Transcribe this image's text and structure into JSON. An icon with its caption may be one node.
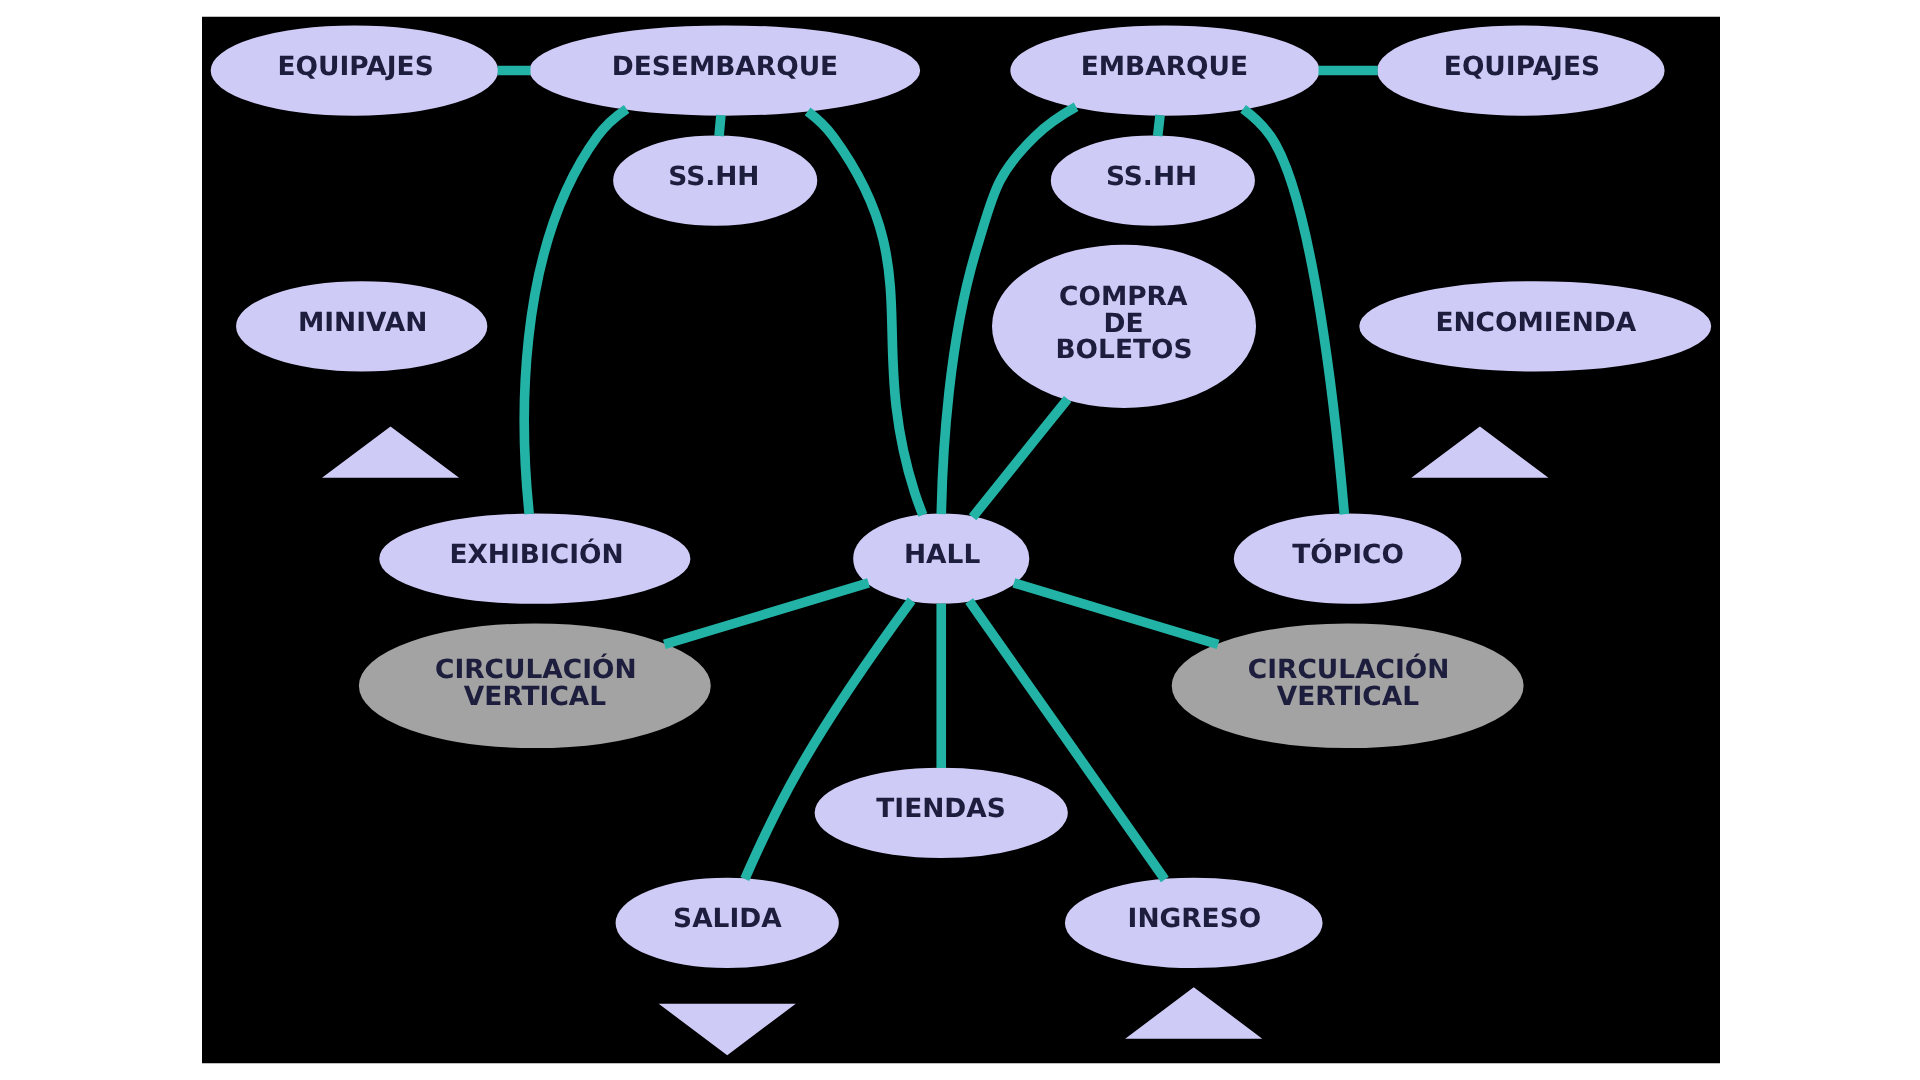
{
  "diagram": {
    "nodes": [
      {
        "text": [
          "EQUIPAJES"
        ]
      },
      {
        "text": [
          "DESEMBARQUE"
        ]
      },
      {
        "text": [
          "EMBARQUE"
        ]
      },
      {
        "text": [
          "EQUIPAJES"
        ]
      },
      {
        "text": [
          "SS.HH"
        ]
      },
      {
        "text": [
          "SS.HH"
        ]
      },
      {
        "text": [
          "MINIVAN"
        ]
      },
      {
        "text": [
          "COMPRA DE BOLETOS"
        ]
      },
      {
        "text": [
          "ENCOMIENDA"
        ]
      },
      {
        "text": [],
        "shape": "triangle"
      },
      {
        "text": [],
        "shape": "triangle"
      },
      {
        "text": [
          "EXHIBICIÓN"
        ]
      },
      {
        "text": [
          "HALL"
        ]
      },
      {
        "text": [
          "TÓPICO"
        ]
      },
      {
        "text": [
          "CIRCULACIÓN VERTICAL"
        ]
      },
      {
        "text": [
          "CIRCULACIÓN VERTICAL"
        ]
      },
      {
        "text": [
          "TIENDAS"
        ]
      },
      {
        "text": [
          "SALIDA"
        ]
      },
      {
        "text": [
          "INGRESO"
        ]
      },
      {
        "text": [],
        "shape": "triangle"
      },
      {
        "text": [],
        "shape": "triangle"
      }
    ],
    "edges": [
      {
        "from": 0,
        "to": 1,
        "arrow": "none"
      },
      {
        "from": 2,
        "to": 3,
        "arrow": "none"
      },
      {
        "from": 1,
        "to": 4,
        "arrow": "none"
      },
      {
        "from": 2,
        "to": 5,
        "arrow": "none"
      },
      {
        "from": 1,
        "to": 11,
        "arrow": "none"
      },
      {
        "from": 1,
        "to": 12,
        "arrow": "none"
      },
      {
        "from": 7,
        "to": 12,
        "arrow": "none"
      },
      {
        "from": 2,
        "to": 12,
        "arrow": "none"
      },
      {
        "from": 2,
        "to": 13,
        "arrow": "none"
      },
      {
        "from": 12,
        "to": 14,
        "arrow": "none"
      },
      {
        "from": 12,
        "to": 15,
        "arrow": "none"
      },
      {
        "from": 12,
        "to": 16,
        "arrow": "none"
      },
      {
        "from": 12,
        "to": 17,
        "arrow": "none"
      },
      {
        "from": 12,
        "to": 18,
        "arrow": "none"
      }
    ]
  }
}
